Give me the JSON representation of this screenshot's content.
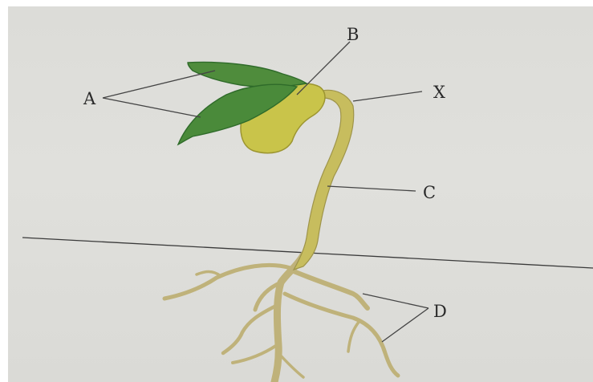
{
  "diagram": {
    "labels": {
      "a": "A",
      "b": "B",
      "x": "X",
      "c": "C",
      "d": "D"
    },
    "colors": {
      "leaf": "#4a8a3a",
      "leaf_dark": "#2f6b2a",
      "seed": "#c9c44a",
      "stem": "#c7bd5e",
      "root": "#bfb27a",
      "line": "#444444"
    },
    "icons": [
      "seedling"
    ]
  }
}
